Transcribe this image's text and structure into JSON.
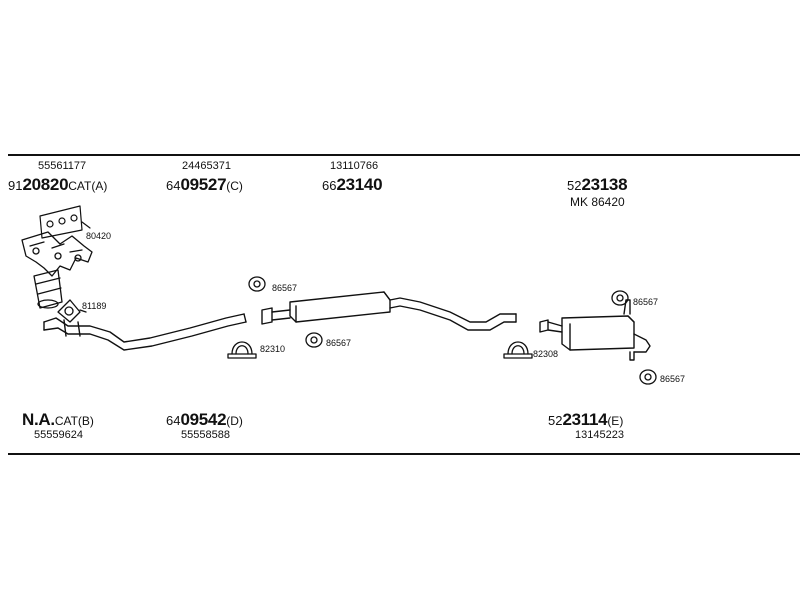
{
  "assembly": {
    "top": [
      {
        "ref": "55561177",
        "code_prefix": "91",
        "code_bold": "20820",
        "code_suffix": "CAT(A)"
      },
      {
        "ref": "24465371",
        "code_prefix": "64",
        "code_bold": "09527",
        "code_suffix": "(C)"
      },
      {
        "ref": "13110766",
        "code_prefix": "66",
        "code_bold": "23140",
        "code_suffix": ""
      },
      {
        "code_prefix": "52",
        "code_bold": "23138",
        "code_suffix": "",
        "kit": "MK  86420"
      }
    ],
    "bottom": [
      {
        "code_prefix": "",
        "code_bold": "N.A.",
        "code_suffix": "CAT(B)",
        "ref": "55559624"
      },
      {
        "code_prefix": "64",
        "code_bold": "09542",
        "code_suffix": "(D)",
        "ref": "55558588"
      },
      {
        "code_prefix": "52",
        "code_bold": "23114",
        "code_suffix": "(E)",
        "ref": "13145223"
      }
    ]
  },
  "parts": {
    "gasket_manifold": "80420",
    "gasket_flange_1": "81189",
    "ring_1": "86567",
    "clamp_1": "82310",
    "ring_2": "86567",
    "clamp_2": "82308",
    "ring_3": "86567",
    "ring_4": "86567"
  },
  "colors": {
    "line": "#111111",
    "background": "#ffffff"
  }
}
